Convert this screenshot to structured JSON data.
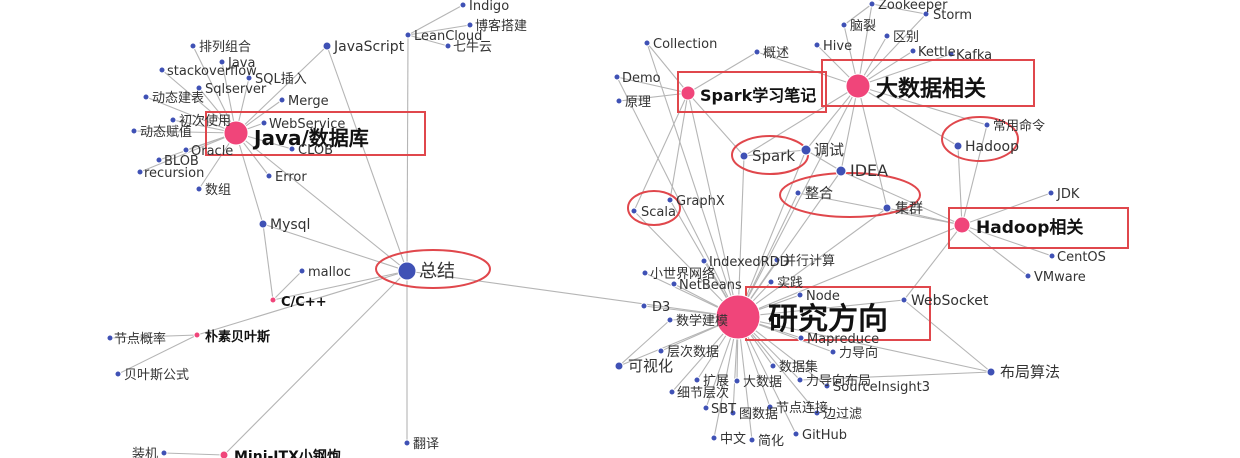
{
  "colors": {
    "node_blue": "#3f51b5",
    "node_pink": "#f0457a",
    "edge": "#b5b5b5",
    "highlight": "#e0474c"
  },
  "graph": {
    "nodes": [
      {
        "id": "java",
        "label": "Java/数据库",
        "type": "major"
      },
      {
        "id": "zongjie",
        "label": "总结",
        "type": "blue-big"
      },
      {
        "id": "yanjiu",
        "label": "研究方向",
        "type": "major"
      },
      {
        "id": "spark_notes",
        "label": "Spark学习笔记",
        "type": "major-small"
      },
      {
        "id": "bigdata",
        "label": "大数据相关",
        "type": "major"
      },
      {
        "id": "hadoop_rel",
        "label": "Hadoop相关",
        "type": "major-small"
      },
      {
        "id": "cpp",
        "label": "C/C++",
        "type": "pink-small"
      },
      {
        "id": "pusu",
        "label": "朴素贝叶斯",
        "type": "pink-small"
      },
      {
        "id": "mini",
        "label": "Mini-ITX小钢炮",
        "type": "pink-small"
      },
      {
        "id": "indigo",
        "label": "Indigo",
        "type": "leaf"
      },
      {
        "id": "boke",
        "label": "博客搭建",
        "type": "leaf"
      },
      {
        "id": "leancloud",
        "label": "LeanCloud",
        "type": "leaf"
      },
      {
        "id": "qiniu",
        "label": "七牛云",
        "type": "leaf"
      },
      {
        "id": "javascript",
        "label": "JavaScript",
        "type": "mid"
      },
      {
        "id": "pailie",
        "label": "排列组合",
        "type": "leaf"
      },
      {
        "id": "java2",
        "label": "Java",
        "type": "leaf"
      },
      {
        "id": "stackoverflow",
        "label": "stackoverflow",
        "type": "leaf"
      },
      {
        "id": "sqlinsert",
        "label": "SQL插入",
        "type": "leaf"
      },
      {
        "id": "sqlserver",
        "label": "Sqlserver",
        "type": "leaf"
      },
      {
        "id": "dongtai",
        "label": "动态建表",
        "type": "leaf"
      },
      {
        "id": "merge",
        "label": "Merge",
        "type": "leaf"
      },
      {
        "id": "chuci",
        "label": "初次使用",
        "type": "leaf"
      },
      {
        "id": "webservice",
        "label": "WebService",
        "type": "leaf"
      },
      {
        "id": "fuzhi",
        "label": "动态赋值",
        "type": "leaf"
      },
      {
        "id": "oracle",
        "label": "Oracle",
        "type": "leaf"
      },
      {
        "id": "clob",
        "label": "CLOB",
        "type": "leaf"
      },
      {
        "id": "blob",
        "label": "BLOB",
        "type": "leaf"
      },
      {
        "id": "recursion",
        "label": "recursion",
        "type": "leaf"
      },
      {
        "id": "error",
        "label": "Error",
        "type": "leaf"
      },
      {
        "id": "shuzu",
        "label": "数组",
        "type": "leaf"
      },
      {
        "id": "mysql",
        "label": "Mysql",
        "type": "mid"
      },
      {
        "id": "malloc",
        "label": "malloc",
        "type": "leaf"
      },
      {
        "id": "jiedian",
        "label": "节点概率",
        "type": "leaf"
      },
      {
        "id": "beiyesi",
        "label": "贝叶斯公式",
        "type": "leaf"
      },
      {
        "id": "zhuangji",
        "label": "装机",
        "type": "leaf"
      },
      {
        "id": "fanyi",
        "label": "翻译",
        "type": "leaf"
      },
      {
        "id": "zookeeper",
        "label": "Zookeeper",
        "type": "leaf"
      },
      {
        "id": "storm",
        "label": "Storm",
        "type": "leaf"
      },
      {
        "id": "collection",
        "label": "Collection",
        "type": "leaf"
      },
      {
        "id": "gaishu",
        "label": "概述",
        "type": "leaf"
      },
      {
        "id": "hive",
        "label": "Hive",
        "type": "leaf"
      },
      {
        "id": "naolie",
        "label": "脑裂",
        "type": "leaf"
      },
      {
        "id": "qubie",
        "label": "区别",
        "type": "leaf"
      },
      {
        "id": "demo",
        "label": "Demo",
        "type": "leaf"
      },
      {
        "id": "kettle",
        "label": "Kettle",
        "type": "leaf"
      },
      {
        "id": "kafka",
        "label": "Kafka",
        "type": "leaf"
      },
      {
        "id": "yuanli",
        "label": "原理",
        "type": "leaf"
      },
      {
        "id": "changyong",
        "label": "常用命令",
        "type": "leaf"
      },
      {
        "id": "hadoop",
        "label": "Hadoop",
        "type": "mid"
      },
      {
        "id": "spark",
        "label": "Spark",
        "type": "mid"
      },
      {
        "id": "tiaoshi",
        "label": "调试",
        "type": "mid"
      },
      {
        "id": "idea",
        "label": "IDEA",
        "type": "mid"
      },
      {
        "id": "graphx",
        "label": "GraphX",
        "type": "leaf"
      },
      {
        "id": "zhenghe",
        "label": "整合",
        "type": "leaf"
      },
      {
        "id": "jiqun",
        "label": "集群",
        "type": "leaf"
      },
      {
        "id": "scala",
        "label": "Scala",
        "type": "leaf"
      },
      {
        "id": "jdk",
        "label": "JDK",
        "type": "leaf"
      },
      {
        "id": "indexedrdd",
        "label": "IndexedRDD",
        "type": "leaf"
      },
      {
        "id": "bingxing",
        "label": "并行计算",
        "type": "leaf"
      },
      {
        "id": "xiaoshijie",
        "label": "小世界网络",
        "type": "leaf"
      },
      {
        "id": "centos",
        "label": "CentOS",
        "type": "leaf"
      },
      {
        "id": "netbeans",
        "label": "NetBeans",
        "type": "leaf"
      },
      {
        "id": "shijian",
        "label": "实践",
        "type": "leaf"
      },
      {
        "id": "vmware",
        "label": "VMware",
        "type": "leaf"
      },
      {
        "id": "node",
        "label": "Node",
        "type": "leaf"
      },
      {
        "id": "d3",
        "label": "D3",
        "type": "leaf"
      },
      {
        "id": "websocket",
        "label": "WebSocket",
        "type": "leaf"
      },
      {
        "id": "shuxue",
        "label": "数学建模",
        "type": "leaf"
      },
      {
        "id": "mapreduce",
        "label": "Mapreduce",
        "type": "leaf"
      },
      {
        "id": "cengci",
        "label": "层次数据",
        "type": "leaf"
      },
      {
        "id": "lidaoxiang",
        "label": "力导向",
        "type": "leaf"
      },
      {
        "id": "keshihua",
        "label": "可视化",
        "type": "mid"
      },
      {
        "id": "shujuji",
        "label": "数据集",
        "type": "leaf"
      },
      {
        "id": "buju",
        "label": "布局算法",
        "type": "mid"
      },
      {
        "id": "kuozhan",
        "label": "扩展",
        "type": "leaf"
      },
      {
        "id": "dashuju",
        "label": "大数据",
        "type": "leaf"
      },
      {
        "id": "lidaobuju",
        "label": "力导向布局",
        "type": "leaf"
      },
      {
        "id": "xijie",
        "label": "细节层次",
        "type": "leaf"
      },
      {
        "id": "sourceinsight",
        "label": "SourceInsight3",
        "type": "leaf"
      },
      {
        "id": "sbt",
        "label": "SBT",
        "type": "leaf"
      },
      {
        "id": "jiedianlj",
        "label": "节点连接",
        "type": "leaf"
      },
      {
        "id": "tushuju",
        "label": "图数据",
        "type": "leaf"
      },
      {
        "id": "bianguolv",
        "label": "边过滤",
        "type": "leaf"
      },
      {
        "id": "github",
        "label": "GitHub",
        "type": "leaf"
      },
      {
        "id": "zhongwen",
        "label": "中文",
        "type": "leaf"
      },
      {
        "id": "jianhua",
        "label": "简化",
        "type": "leaf"
      }
    ]
  }
}
